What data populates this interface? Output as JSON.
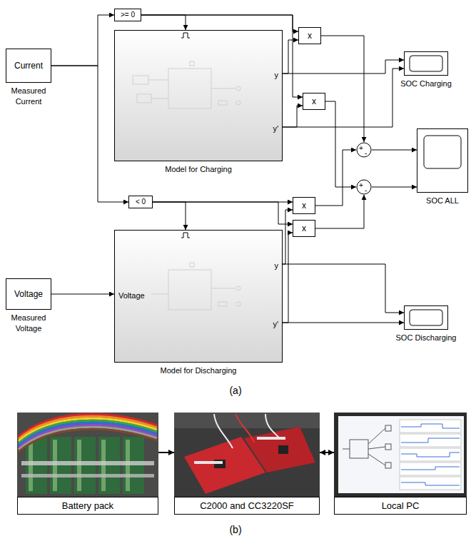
{
  "diagram": {
    "nodes": [
      {
        "text": [
          "Current",
          "Measured Current"
        ]
      },
      {
        "text": [
          ">= 0"
        ]
      },
      {
        "text": [
          "y",
          "y'",
          "Model for Charging"
        ]
      },
      {
        "text": [
          "x"
        ]
      },
      {
        "text": [
          "x"
        ]
      },
      {
        "text": [
          "SOC Charging"
        ]
      },
      {
        "text": [
          "+",
          "-"
        ]
      },
      {
        "text": [
          "+",
          "-"
        ]
      },
      {
        "text": [
          "SOC ALL"
        ]
      },
      {
        "text": [
          "< 0"
        ]
      },
      {
        "text": [
          "Voltage",
          "Measured Voltage"
        ]
      },
      {
        "text": [
          "Voltage",
          "y",
          "y'",
          "Model for Discharging"
        ]
      },
      {
        "text": [
          "x"
        ]
      },
      {
        "text": [
          "x"
        ]
      },
      {
        "text": [
          "SOC Discharging"
        ]
      },
      {
        "text": [
          "Battery pack"
        ]
      },
      {
        "text": [
          "C2000 and CC3220SF"
        ]
      },
      {
        "text": [
          "Local PC"
        ]
      }
    ],
    "edges": [
      {
        "from": 0,
        "to": 1,
        "arrow": "to"
      },
      {
        "from": 0,
        "to": 9,
        "arrow": "to"
      },
      {
        "from": 1,
        "to": 2,
        "arrow": "to"
      },
      {
        "from": 1,
        "to": 3,
        "arrow": "to"
      },
      {
        "from": 1,
        "to": 4,
        "arrow": "to"
      },
      {
        "from": 2,
        "to": 3,
        "arrow": "to"
      },
      {
        "from": 2,
        "to": 5,
        "arrow": "to"
      },
      {
        "from": 2,
        "to": 4,
        "arrow": "to"
      },
      {
        "from": 2,
        "to": 5,
        "arrow": "to"
      },
      {
        "from": 3,
        "to": 6,
        "arrow": "to"
      },
      {
        "from": 4,
        "to": 7,
        "arrow": "to"
      },
      {
        "from": 9,
        "to": 11,
        "arrow": "to"
      },
      {
        "from": 9,
        "to": 12,
        "arrow": "to"
      },
      {
        "from": 9,
        "to": 13,
        "arrow": "to"
      },
      {
        "from": 10,
        "to": 11,
        "arrow": "to"
      },
      {
        "from": 11,
        "to": 12,
        "arrow": "to"
      },
      {
        "from": 11,
        "to": 14,
        "arrow": "to"
      },
      {
        "from": 11,
        "to": 13,
        "arrow": "to"
      },
      {
        "from": 11,
        "to": 14,
        "arrow": "to"
      },
      {
        "from": 12,
        "to": 6,
        "arrow": "to"
      },
      {
        "from": 13,
        "to": 7,
        "arrow": "to"
      },
      {
        "from": 6,
        "to": 8,
        "arrow": "to"
      },
      {
        "from": 7,
        "to": 8,
        "arrow": "to"
      },
      {
        "from": 15,
        "to": 16,
        "arrow": "to"
      },
      {
        "from": 16,
        "to": 17,
        "arrow": "both"
      }
    ],
    "labels": [
      "(a)",
      "(b)"
    ]
  }
}
